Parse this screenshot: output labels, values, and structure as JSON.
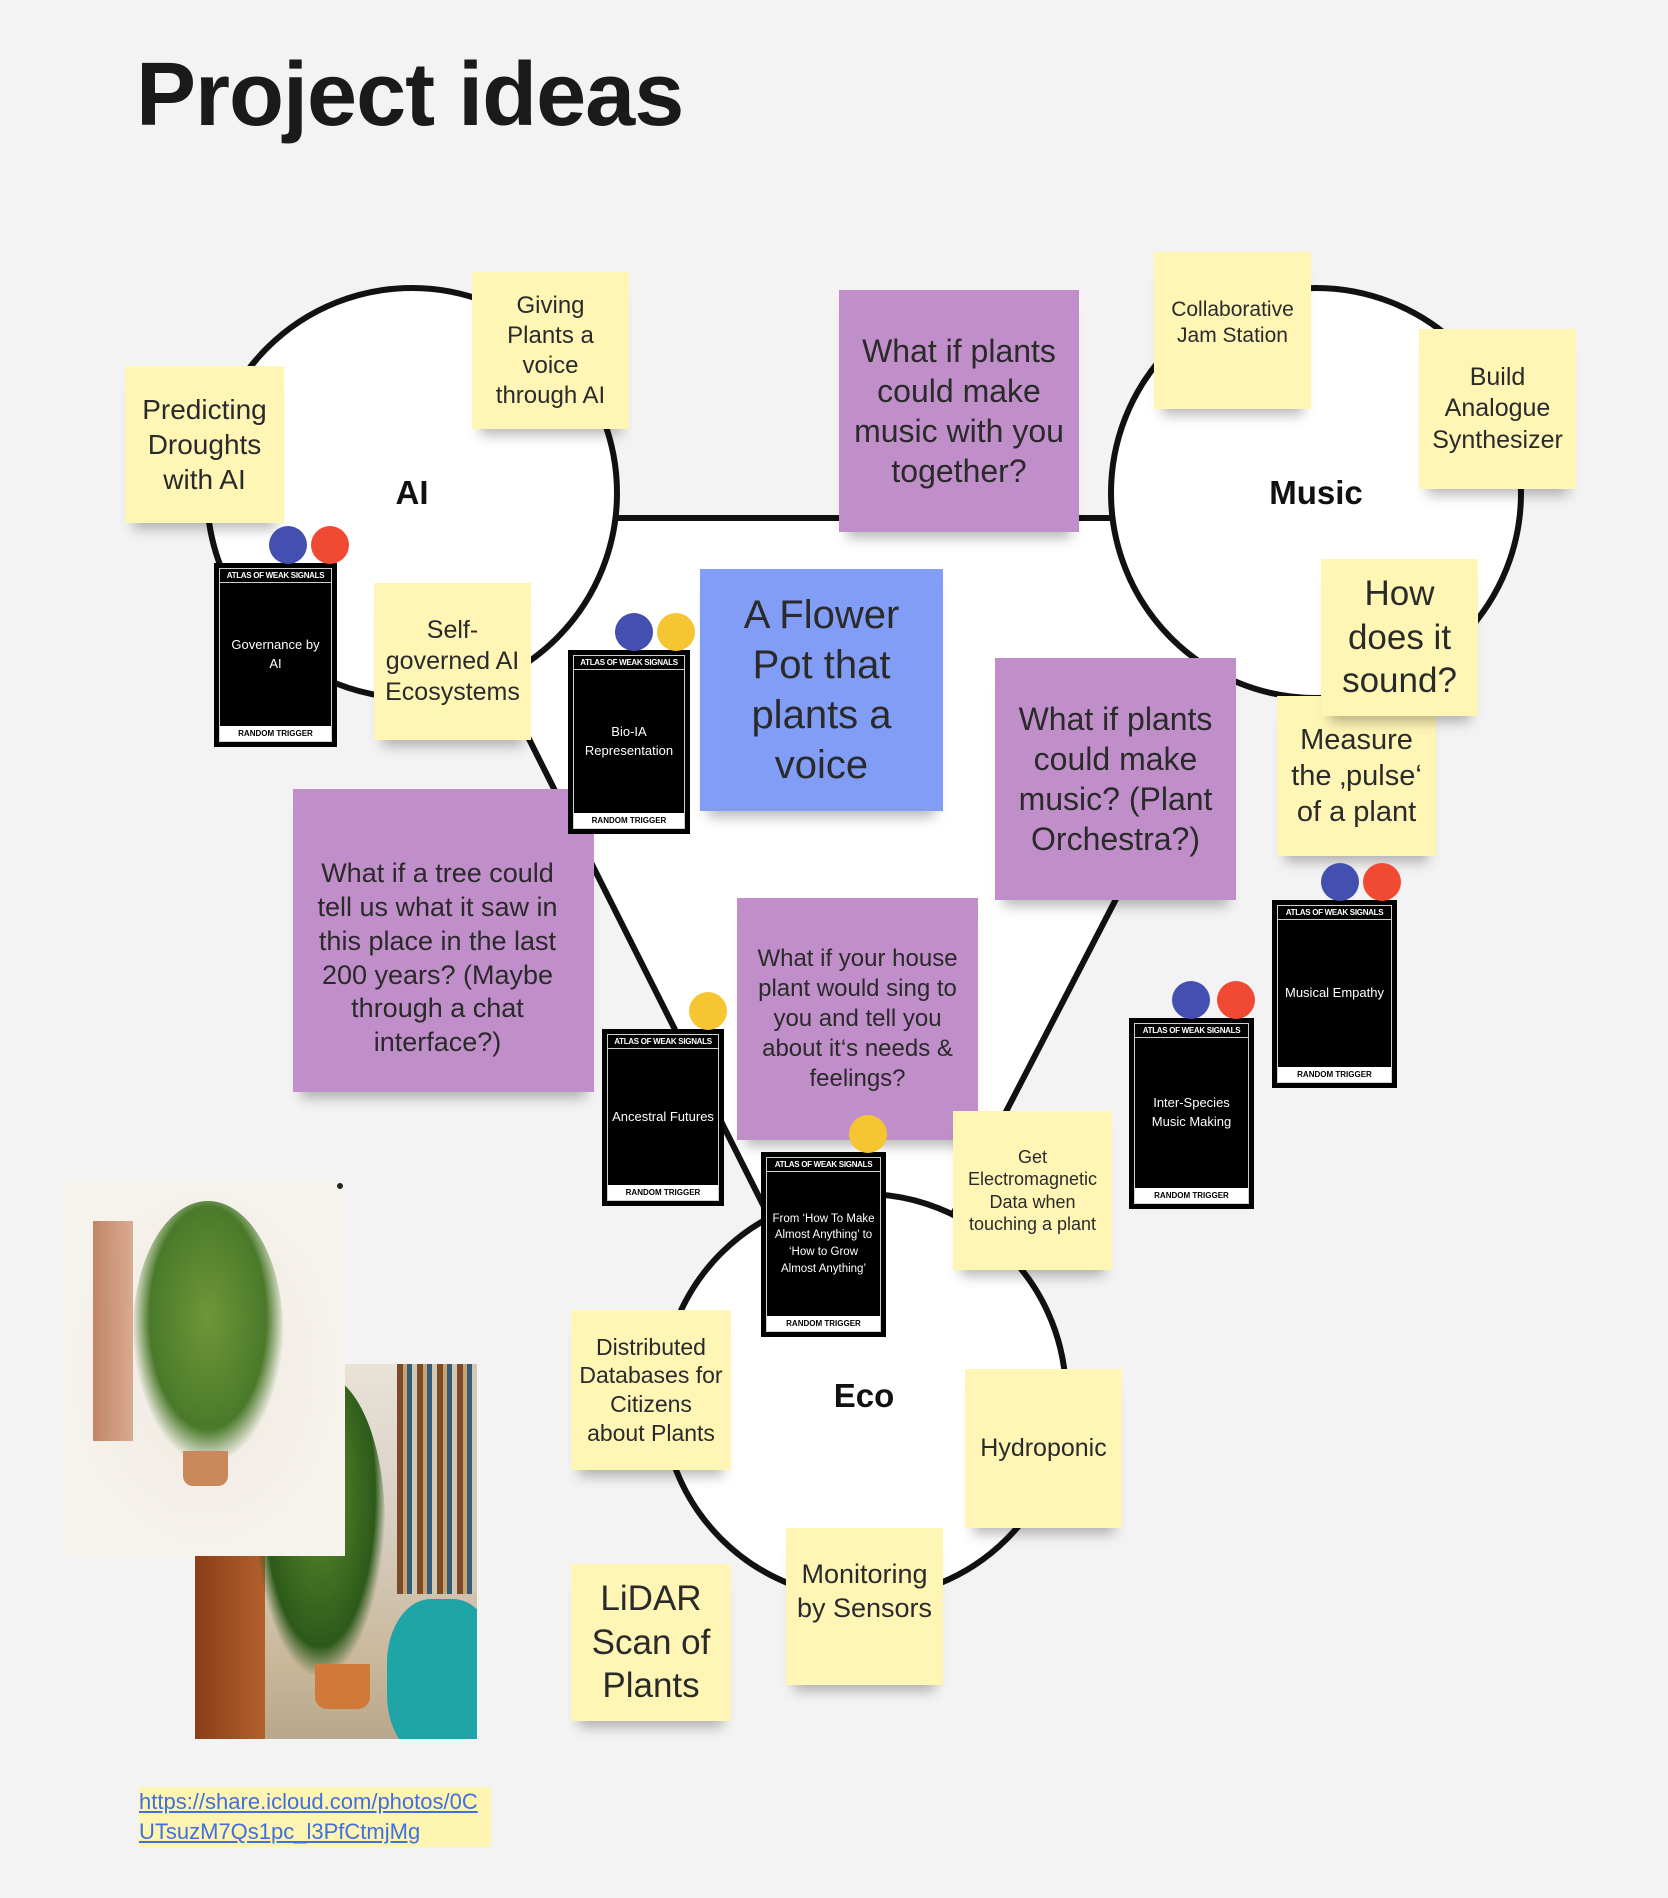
{
  "title": "Project ideas",
  "circles": {
    "ai": "AI",
    "music": "Music",
    "eco": "Eco"
  },
  "notes": {
    "predicting_droughts": "Predicting Droughts with AI",
    "giving_plants_voice": "Giving Plants a voice through AI",
    "music_together": "What if plants could make music with you together?",
    "jam_station": "Collaborative Jam Station",
    "analogue_synth": "Build Analogue Synthesizer",
    "how_sound": "How does it sound?",
    "measure_pulse": "Measure the ‚pulse‘ of a plant",
    "self_governed": "Self-governed AI Ecosystems",
    "flower_pot": "A Flower Pot that plants a voice",
    "plant_orchestra": "What if plants could make music? (Plant Orchestra?)",
    "tree_saw": "What if a tree could tell us what it saw in this place in the last 200 years? (Maybe through a chat interface?)",
    "house_plant_sing": "What if your house plant would sing to you and tell you about it‘s needs & feelings?",
    "electromagnetic": "Get Electromagnetic Data when touching a plant",
    "distributed_db": "Distributed Databases for Citizens about Plants",
    "hydroponic": "Hydroponic",
    "monitoring": "Monitoring by Sensors",
    "lidar": "LiDAR Scan of Plants"
  },
  "card_header": "ATLAS OF WEAK SIGNALS",
  "card_footer": "RANDOM TRIGGER",
  "cards": {
    "governance": "Governance by AI",
    "bio_ia": "Bio-IA Representation",
    "ancestral": "Ancestral Futures",
    "how_to_grow": "From ‘How To Make Almost Anything’ to ‘How to Grow Almost Anything’",
    "musical_empathy": "Musical Empathy",
    "inter_species": "Inter-Species Music Making"
  },
  "link": "https://share.icloud.com/photos/0CUTsuzM7Qs1pc_l3PfCtmjMg",
  "colors": {
    "sticky_yellow": "#fff6b6",
    "sticky_purple": "#c08ec9",
    "sticky_blue": "#819df5",
    "dot_blue": "#4450b0",
    "dot_red": "#f04a32",
    "dot_yellow": "#f6c532"
  }
}
